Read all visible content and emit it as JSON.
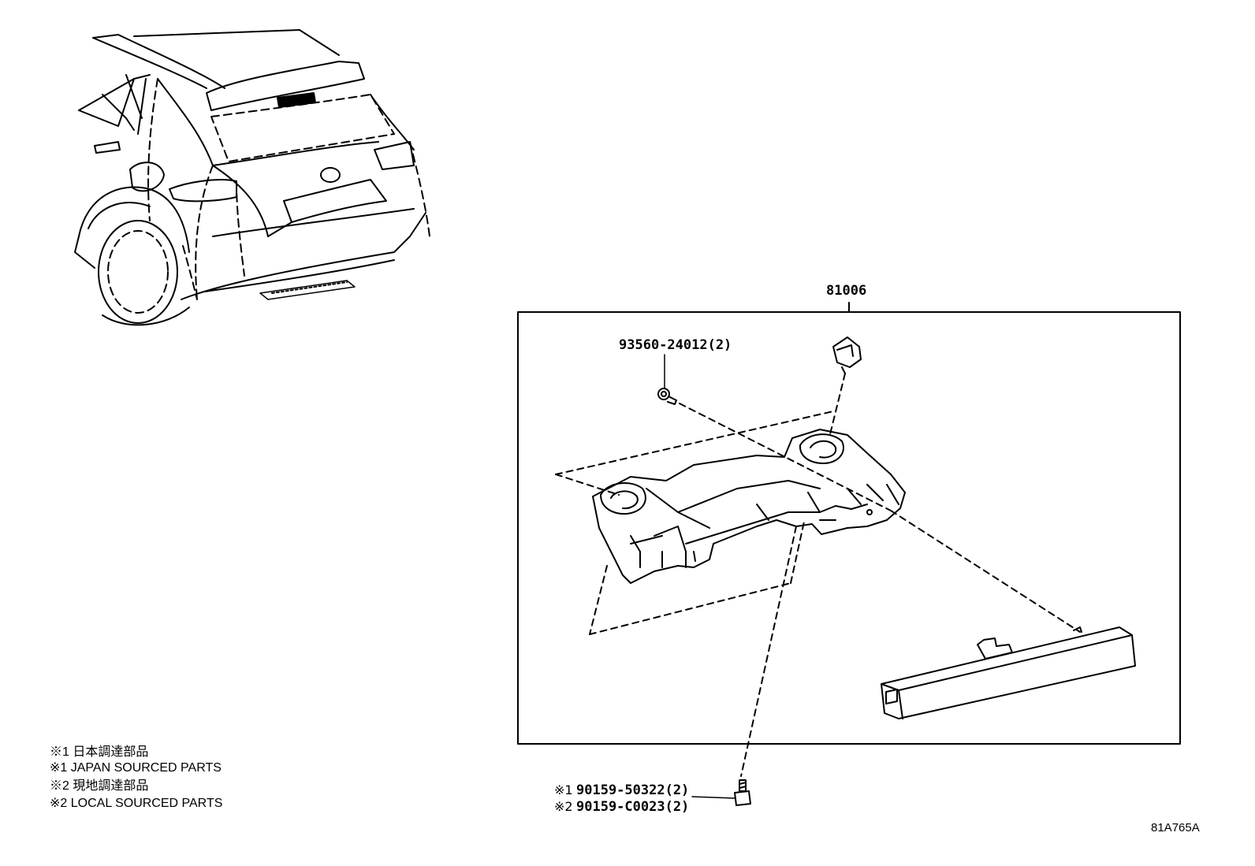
{
  "assembly": {
    "part_number": "81006"
  },
  "parts": [
    {
      "part_number": "93560-24012(2)"
    }
  ],
  "bottom_screw": {
    "mark1": "※1",
    "part1": "90159-50322(2)",
    "mark2": "※2",
    "part2": "90159-C0023(2)"
  },
  "notes": [
    "※1 日本調達部品",
    "※1 JAPAN SOURCED PARTS",
    "※2 現地調達部品",
    "※2 LOCAL SOURCED PARTS"
  ],
  "figure_id": "81A765A"
}
